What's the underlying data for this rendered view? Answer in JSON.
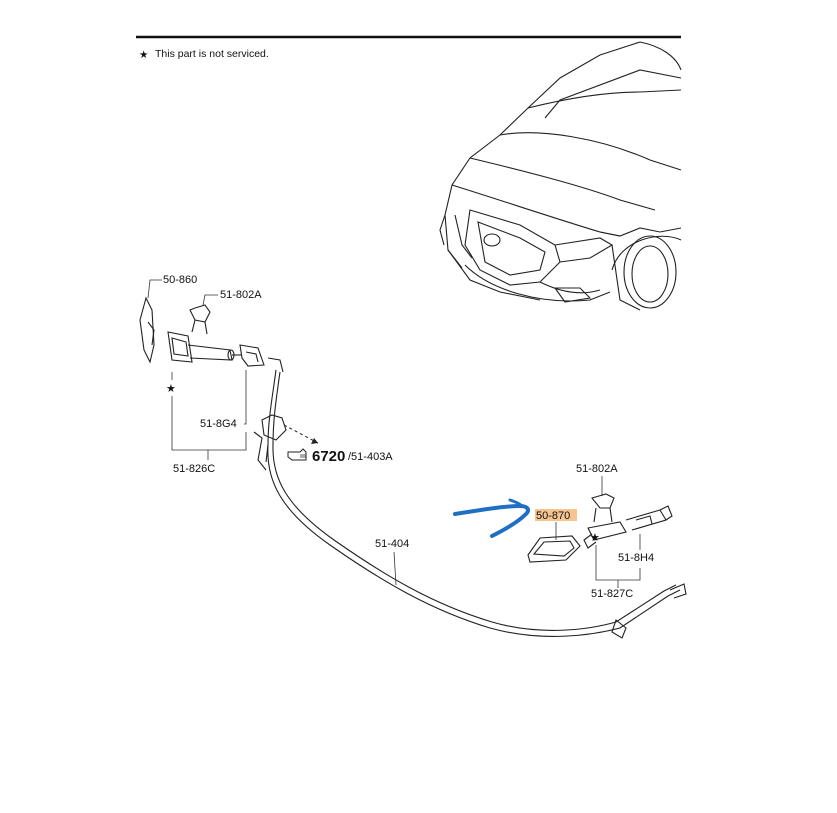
{
  "note": {
    "star_glyph": "★",
    "text": "This part is not serviced."
  },
  "labels": {
    "p50_860": "50-860",
    "p51_802A_left": "51-802A",
    "p51_8G4": "51-8G4",
    "p51_826C": "51-826C",
    "p6720_num": "6720",
    "p6720_ref": "/51-403A",
    "p51_404": "51-404",
    "p51_802A_right": "51-802A",
    "p50_870": "50-870",
    "p51_8H4": "51-8H4",
    "p51_827C": "51-827C"
  },
  "stars": [
    "★",
    "★"
  ],
  "colors": {
    "highlight": "#f6c490",
    "annotation_arrow": "#1f6fc4",
    "line": "#222222"
  },
  "icons": {
    "reference": "pointing-hand-icon"
  }
}
